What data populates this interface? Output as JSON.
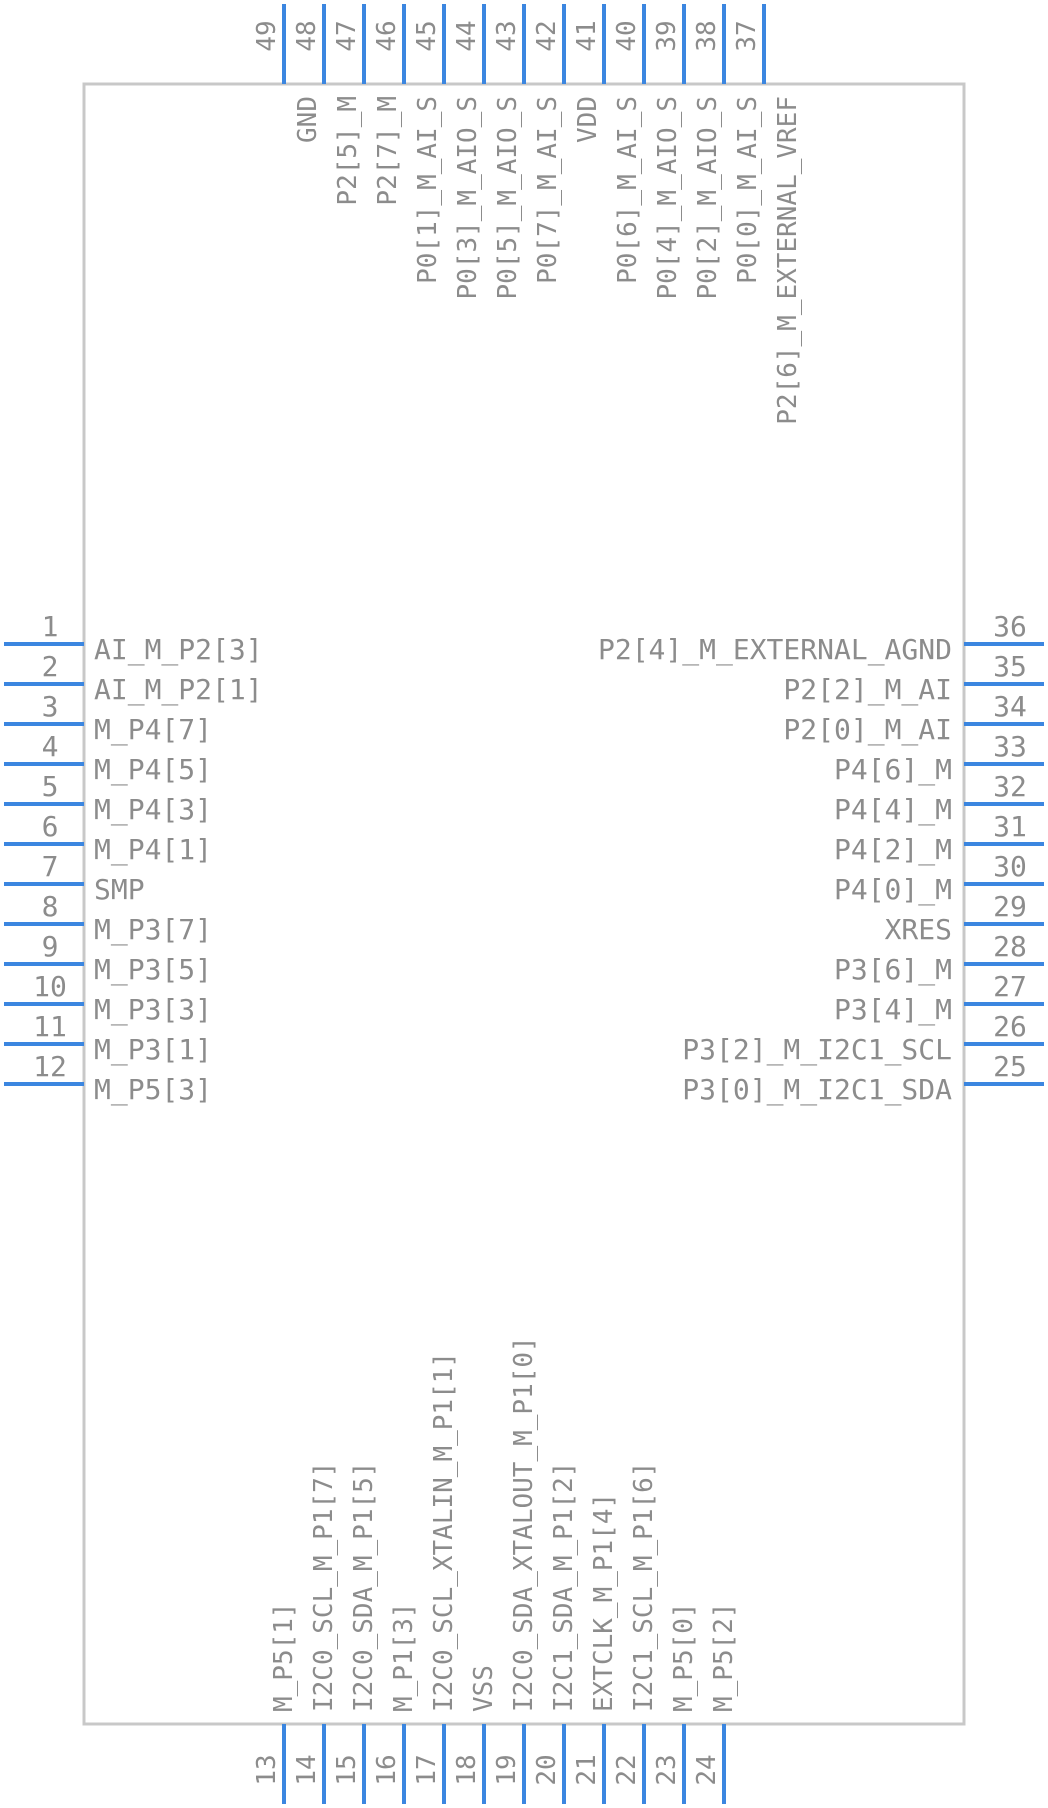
{
  "colors": {
    "pin": "#3b86e0",
    "body": "#c8c8c8",
    "text": "#8c8c8c"
  },
  "left_pins": [
    {
      "num": "1",
      "name": "AI_M_P2[3]"
    },
    {
      "num": "2",
      "name": "AI_M_P2[1]"
    },
    {
      "num": "3",
      "name": "M_P4[7]"
    },
    {
      "num": "4",
      "name": "M_P4[5]"
    },
    {
      "num": "5",
      "name": "M_P4[3]"
    },
    {
      "num": "6",
      "name": "M_P4[1]"
    },
    {
      "num": "7",
      "name": "SMP"
    },
    {
      "num": "8",
      "name": "M_P3[7]"
    },
    {
      "num": "9",
      "name": "M_P3[5]"
    },
    {
      "num": "10",
      "name": "M_P3[3]"
    },
    {
      "num": "11",
      "name": "M_P3[1]"
    },
    {
      "num": "12",
      "name": "M_P5[3]"
    }
  ],
  "right_pins": [
    {
      "num": "36",
      "name": "P2[4]_M_EXTERNAL_AGND"
    },
    {
      "num": "35",
      "name": "P2[2]_M_AI"
    },
    {
      "num": "34",
      "name": "P2[0]_M_AI"
    },
    {
      "num": "33",
      "name": "P4[6]_M"
    },
    {
      "num": "32",
      "name": "P4[4]_M"
    },
    {
      "num": "31",
      "name": "P4[2]_M"
    },
    {
      "num": "30",
      "name": "P4[0]_M"
    },
    {
      "num": "29",
      "name": "XRES"
    },
    {
      "num": "28",
      "name": "P3[6]_M"
    },
    {
      "num": "27",
      "name": "P3[4]_M"
    },
    {
      "num": "26",
      "name": "P3[2]_M_I2C1_SCL"
    },
    {
      "num": "25",
      "name": "P3[0]_M_I2C1_SDA"
    }
  ],
  "bottom_pins": [
    {
      "num": "13",
      "name": "M_P5[1]"
    },
    {
      "num": "14",
      "name": "I2C0_SCL_M_P1[7]"
    },
    {
      "num": "15",
      "name": "I2C0_SDA_M_P1[5]"
    },
    {
      "num": "16",
      "name": "M_P1[3]"
    },
    {
      "num": "17",
      "name": "I2C0_SCL_XTALIN_M_P1[1]"
    },
    {
      "num": "18",
      "name": "VSS"
    },
    {
      "num": "19",
      "name": "I2C0_SDA_XTALOUT_M_P1[0]"
    },
    {
      "num": "20",
      "name": "I2C1_SDA_M_P1[2]"
    },
    {
      "num": "21",
      "name": "EXTCLK_M_P1[4]"
    },
    {
      "num": "22",
      "name": "I2C1_SCL_M_P1[6]"
    },
    {
      "num": "23",
      "name": "M_P5[0]"
    },
    {
      "num": "24",
      "name": "M_P5[2]"
    }
  ],
  "top_pins": [
    {
      "num": "49",
      "name": ""
    },
    {
      "num": "48",
      "name": "GND"
    },
    {
      "num": "47",
      "name": "P2[5]_M"
    },
    {
      "num": "46",
      "name": "P2[7]_M"
    },
    {
      "num": "45",
      "name": "P0[1]_M_AI_S"
    },
    {
      "num": "44",
      "name": "P0[3]_M_AIO_S"
    },
    {
      "num": "43",
      "name": "P0[5]_M_AIO_S"
    },
    {
      "num": "42",
      "name": "P0[7]_M_AI_S"
    },
    {
      "num": "41",
      "name": "VDD"
    },
    {
      "num": "40",
      "name": "P0[6]_M_AI_S"
    },
    {
      "num": "39",
      "name": "P0[4]_M_AIO_S"
    },
    {
      "num": "38",
      "name": "P0[2]_M_AIO_S"
    },
    {
      "num": "37",
      "name": "P0[0]_M_AI_S"
    },
    {
      "num": "",
      "name": "P2[6]_M_EXTERNAL_VREF"
    }
  ]
}
